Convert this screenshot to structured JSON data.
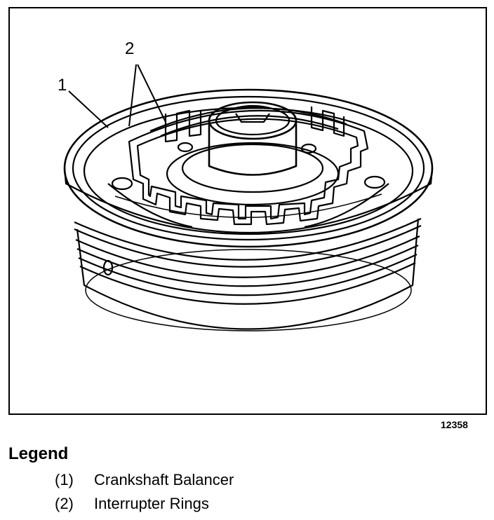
{
  "figure": {
    "callouts": [
      "1",
      "2"
    ],
    "figure_id": "12358"
  },
  "legend": {
    "title": "Legend",
    "items": [
      {
        "number": "(1)",
        "label": "Crankshaft Balancer"
      },
      {
        "number": "(2)",
        "label": "Interrupter Rings"
      }
    ]
  }
}
